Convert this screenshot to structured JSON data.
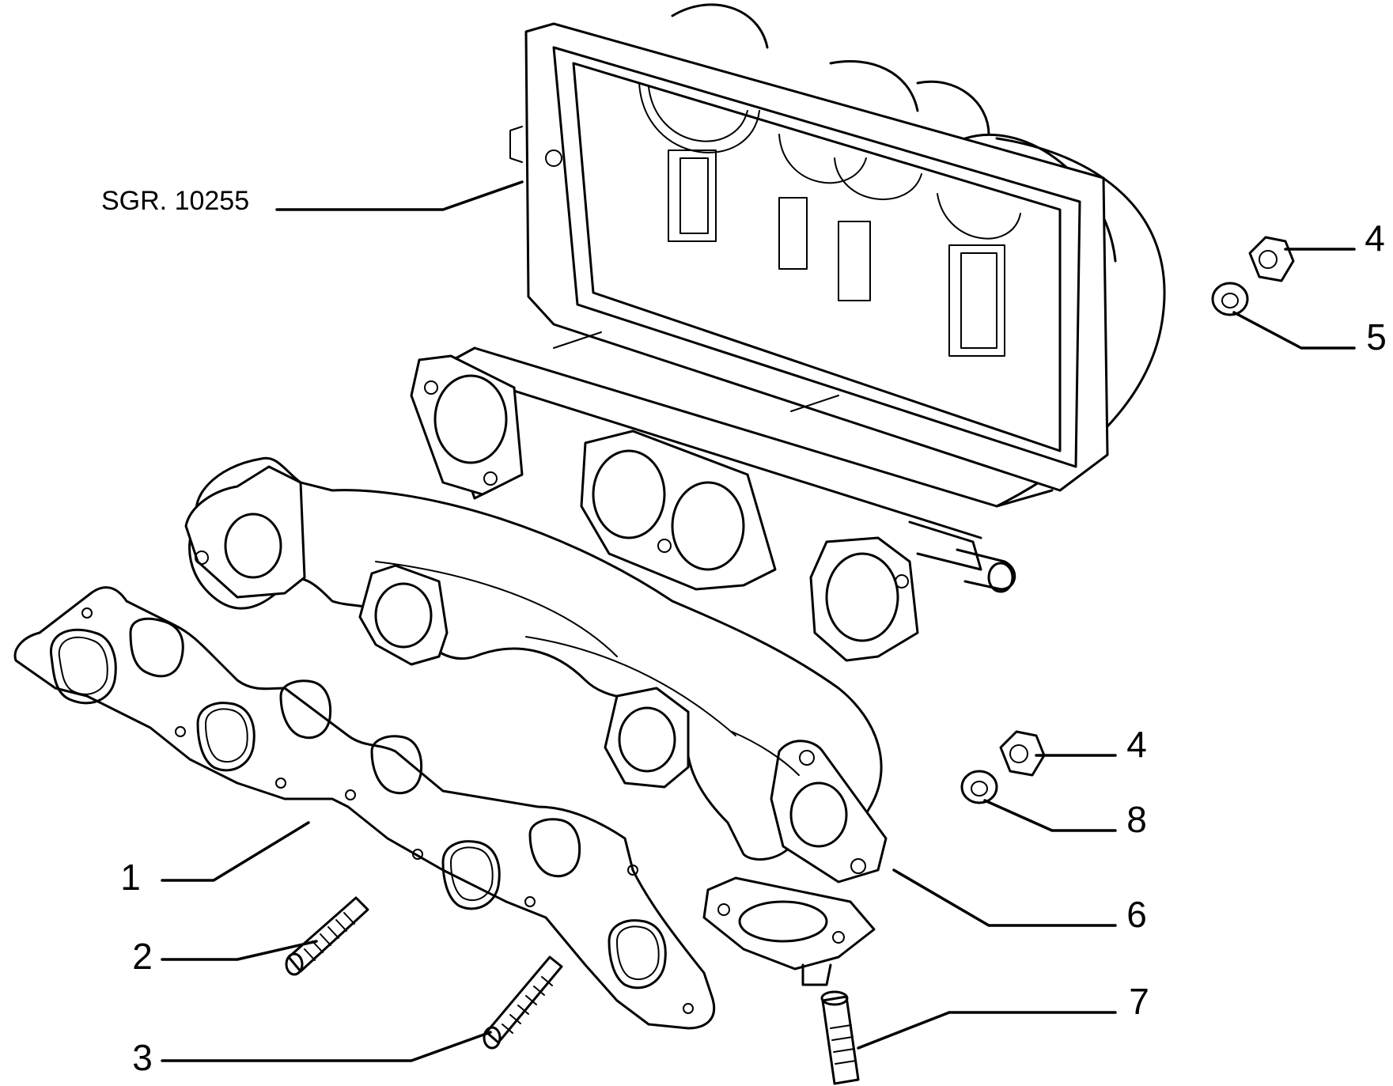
{
  "reference_label": "SGR. 10255",
  "callouts": {
    "c1": "1",
    "c2": "2",
    "c3": "3",
    "c4a": "4",
    "c5": "5",
    "c4b": "4",
    "c8": "8",
    "c6": "6",
    "c7": "7"
  }
}
